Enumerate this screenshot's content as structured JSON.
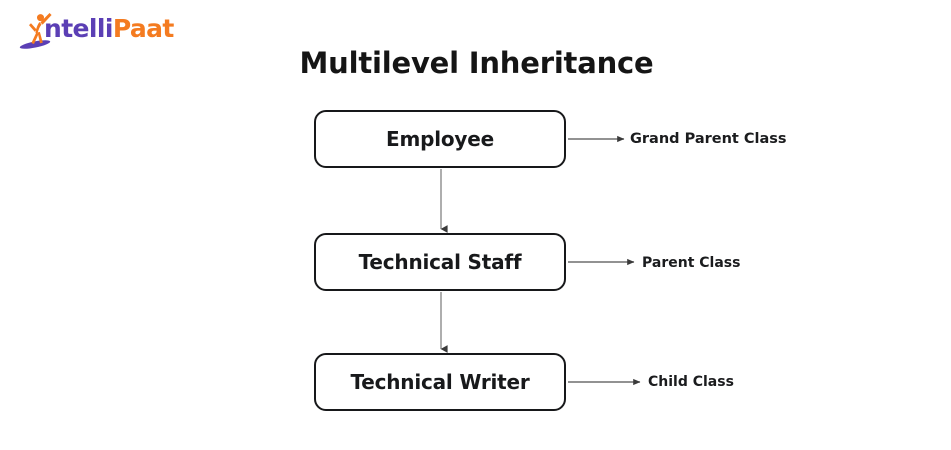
{
  "brand": {
    "name_part_1": "ntelli",
    "name_part_2": "Paat",
    "icon": "intellipaat-figure-icon",
    "color_primary": "#5b3fb5",
    "color_accent": "#f47b20"
  },
  "diagram": {
    "title": "Multilevel Inheritance",
    "type": "flowchart",
    "orientation": "vertical",
    "box_border_color": "#17181a",
    "connector_color": "#9a9a9a",
    "nodes": [
      {
        "label": "Employee",
        "annotation": "Grand Parent Class"
      },
      {
        "label": "Technical Staff",
        "annotation": "Parent Class"
      },
      {
        "label": "Technical Writer",
        "annotation": "Child Class"
      }
    ],
    "connections": [
      {
        "from": "Employee",
        "to": "Technical Staff",
        "style": "arrow-down"
      },
      {
        "from": "Technical Staff",
        "to": "Technical Writer",
        "style": "arrow-down"
      }
    ],
    "annotation_connectors": [
      {
        "node": "Employee",
        "style": "arrow-right"
      },
      {
        "node": "Technical Staff",
        "style": "arrow-right"
      },
      {
        "node": "Technical Writer",
        "style": "arrow-right"
      }
    ]
  }
}
